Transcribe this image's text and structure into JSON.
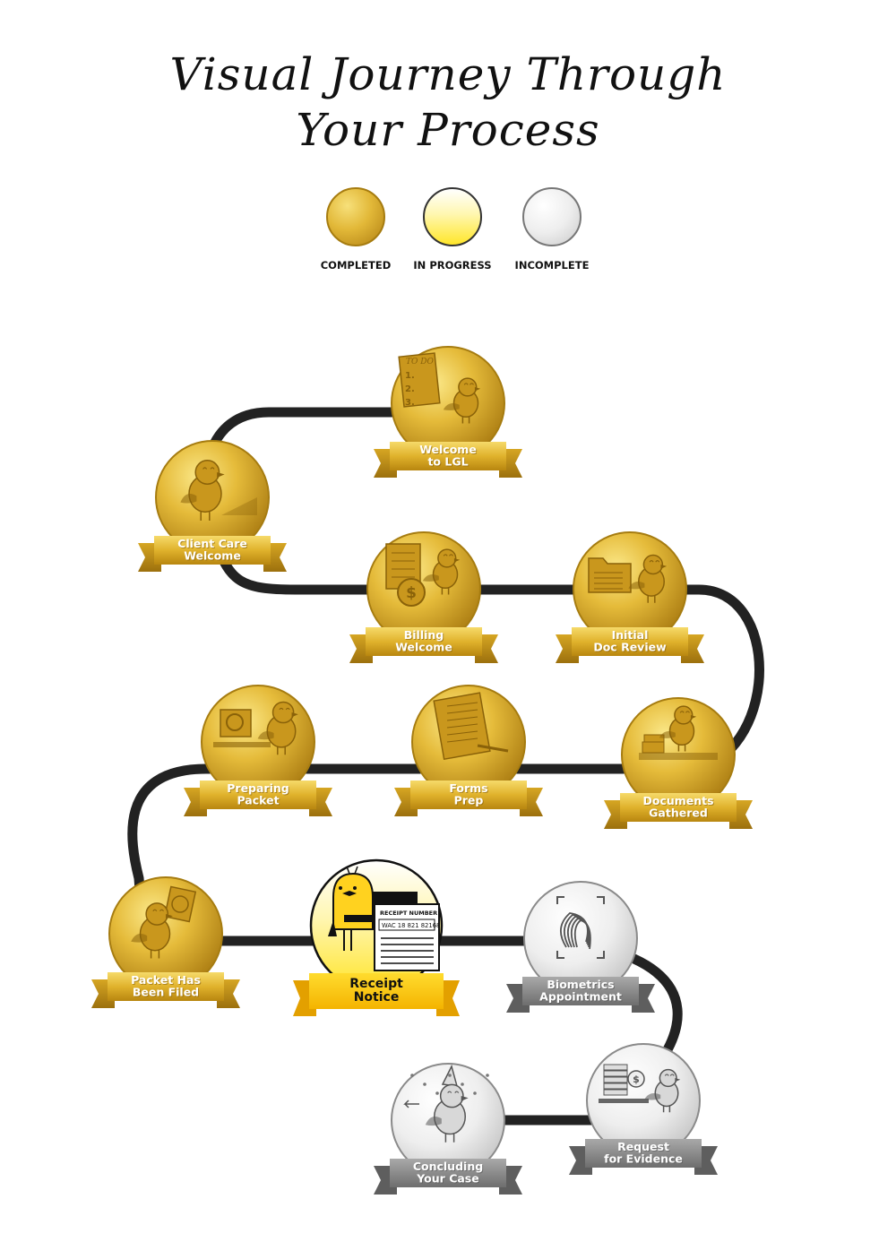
{
  "title": {
    "line1": "Visual Journey Through",
    "line2": "Your Process"
  },
  "legend": [
    {
      "label": "COMPLETED",
      "state": "completed"
    },
    {
      "label": "IN PROGRESS",
      "state": "progress"
    },
    {
      "label": "INCOMPLETE",
      "state": "incomplete"
    }
  ],
  "colors": {
    "path": "#222222",
    "gold_light": "#f7e07a",
    "gold_mid": "#e0b530",
    "gold_dark": "#b07f12",
    "yellow_accent": "#ffd21f",
    "gray_light": "#f2f2f2",
    "gray_dark": "#9a9a9a"
  },
  "steps": [
    {
      "id": "welcome-lgl",
      "line1": "Welcome",
      "line2": "to LGL",
      "state": "completed",
      "icon": "todo-list-icon",
      "note_title": "TO DO",
      "note_items": [
        "1.",
        "2.",
        "3."
      ]
    },
    {
      "id": "client-care",
      "line1": "Client Care",
      "line2": "Welcome",
      "state": "completed",
      "icon": "bird-with-box-icon"
    },
    {
      "id": "billing",
      "line1": "Billing",
      "line2": "Welcome",
      "state": "completed",
      "icon": "dollar-coin-icon"
    },
    {
      "id": "doc-review",
      "line1": "Initial",
      "line2": "Doc Review",
      "state": "completed",
      "icon": "file-folder-icon"
    },
    {
      "id": "docs-gathered",
      "line1": "Documents",
      "line2": "Gathered",
      "state": "completed",
      "icon": "document-stack-icon"
    },
    {
      "id": "forms-prep",
      "line1": "Forms",
      "line2": "Prep",
      "state": "completed",
      "icon": "pen-and-form-icon"
    },
    {
      "id": "preparing-packet",
      "line1": "Preparing",
      "line2": "Packet",
      "state": "completed",
      "icon": "desk-magnifier-icon"
    },
    {
      "id": "packet-filed",
      "line1": "Packet Has",
      "line2": "Been Filed",
      "state": "completed",
      "icon": "bird-with-packet-icon"
    },
    {
      "id": "receipt-notice",
      "line1": "Receipt",
      "line2": "Notice",
      "state": "progress",
      "icon": "receipt-card-icon",
      "receipt_label": "RECEIPT NUMBER",
      "receipt_number": "WAC 18 821 82168"
    },
    {
      "id": "biometrics",
      "line1": "Biometrics",
      "line2": "Appointment",
      "state": "incomplete",
      "icon": "fingerprint-icon"
    },
    {
      "id": "evidence",
      "line1": "Request",
      "line2": "for Evidence",
      "state": "incomplete",
      "icon": "books-and-coin-icon"
    },
    {
      "id": "concluding",
      "line1": "Concluding",
      "line2": "Your Case",
      "state": "incomplete",
      "icon": "party-bird-icon"
    }
  ]
}
